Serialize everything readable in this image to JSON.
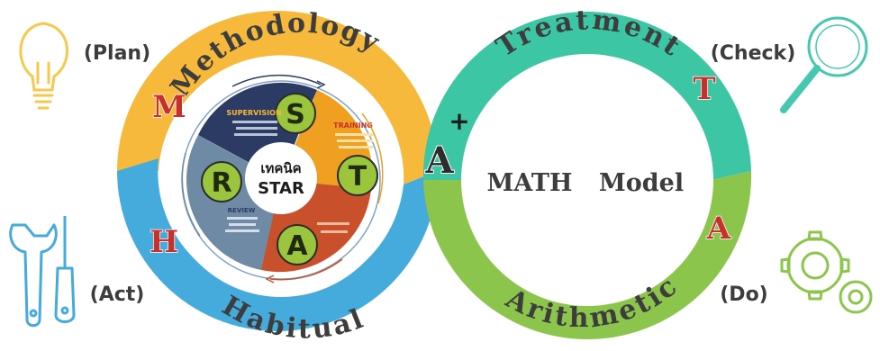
{
  "pdca": {
    "plan": "(Plan)",
    "check": "(Check)",
    "act": "(Act)",
    "do": "(Do)"
  },
  "ring_words": {
    "methodology": "Methodology",
    "treatment": "Treatment",
    "habitual": "Habitual",
    "arithmetic": "Arithmetic"
  },
  "ring_letters": {
    "m": "M",
    "t": "T",
    "h": "H",
    "a": "A",
    "center_a": "A",
    "plus": "+"
  },
  "model": {
    "left": "MATH",
    "right": "Model"
  },
  "star": {
    "center_line1": "เทคนิค",
    "center_line2": "STAR",
    "s": "S",
    "t": "T",
    "a": "A",
    "r": "R",
    "supervision": "SUPERVISION",
    "training": "TRAINING",
    "review": "REVIEW"
  },
  "colors": {
    "yellow": "#F6B93C",
    "blue": "#45AADC",
    "teal": "#3CC6A4",
    "green": "#8CC54B",
    "letter_red": "#C8302B",
    "navy": "#2B3B63",
    "orange": "#F0A020",
    "rust": "#C8502A",
    "steel": "#6E8AA4"
  }
}
